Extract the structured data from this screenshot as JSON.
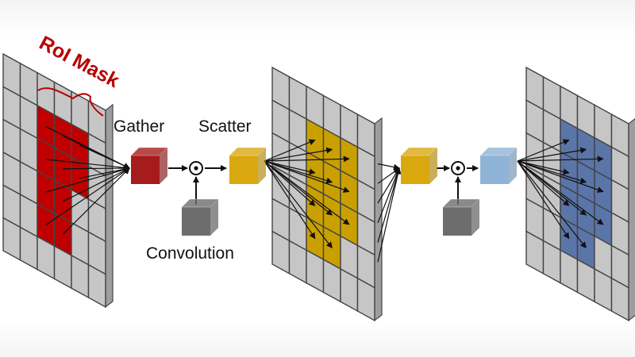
{
  "labels": {
    "roi_mask": "RoI Mask",
    "gather": "Gather",
    "scatter": "Scatter",
    "convolution": "Convolution"
  },
  "colors": {
    "grid_fill": "#c6c6c6",
    "grid_stroke": "#444444",
    "edge_fill": "#9e9e9e",
    "mask_red": "#c00000",
    "mask_gold": "#c9a000",
    "mask_blue": "#5a75a8",
    "cube_red": "#a61b1b",
    "cube_gold": "#d9a80f",
    "cube_blue": "#8fb3d6",
    "cube_gray": "#6d6d6d",
    "arrow": "#111111"
  },
  "icons": {
    "product_operator": "circled-dot-icon"
  }
}
